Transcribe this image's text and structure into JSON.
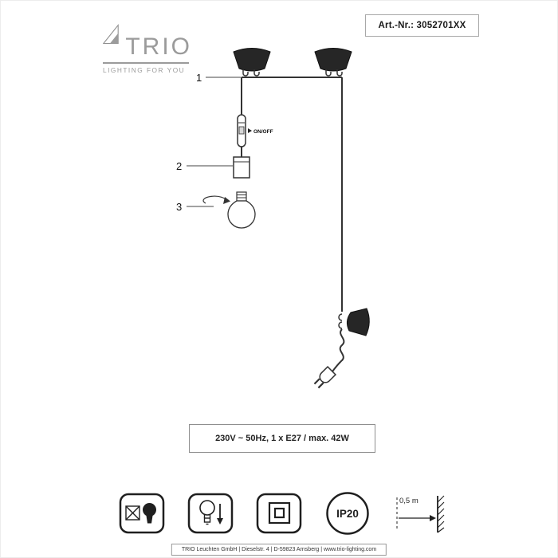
{
  "header": {
    "art_nr": "Art.-Nr.: 3052701XX"
  },
  "logo": {
    "brand": "TRIO",
    "tagline": "LIGHTING FOR YOU"
  },
  "diagram": {
    "callout_1": "1",
    "callout_2": "2",
    "callout_3": "3",
    "switch_label": "ON/OFF"
  },
  "specs": {
    "line": "230V ~ 50Hz, 1 x E27 / max. 42W"
  },
  "icons": {
    "ip_rating": "IP20",
    "wall_distance": "0,5 m"
  },
  "footer": {
    "line": "TRIO Leuchten  GmbH  |  Dieselstr. 4  |  D-59823 Arnsberg  |  www.trio-lighting.com"
  }
}
